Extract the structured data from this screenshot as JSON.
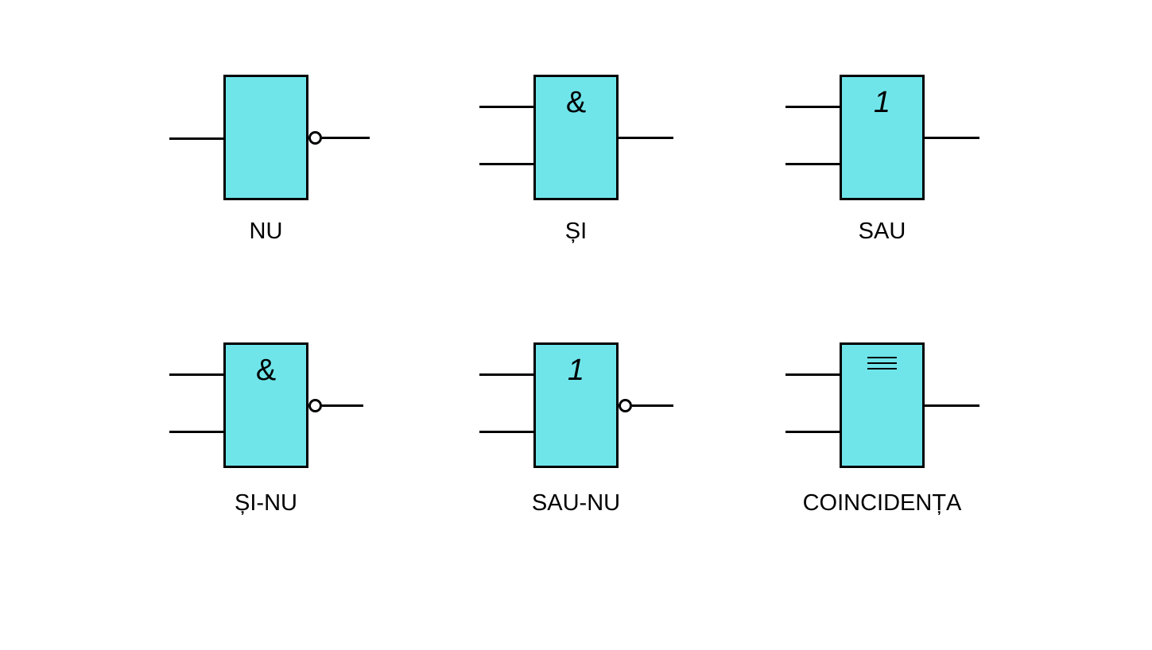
{
  "diagram": {
    "description_colors": {
      "gate_fill": "#6FE5EA",
      "stroke": "#000000",
      "background": "#FFFFFF"
    },
    "gates": [
      {
        "id": "nu",
        "label": "NU",
        "symbol": "",
        "inputs": 1,
        "outputs": 1,
        "inverted_output": true
      },
      {
        "id": "si",
        "label": "ȘI",
        "symbol": "&",
        "inputs": 2,
        "outputs": 1,
        "inverted_output": false
      },
      {
        "id": "sau",
        "label": "SAU",
        "symbol": "1",
        "inputs": 2,
        "outputs": 1,
        "inverted_output": false
      },
      {
        "id": "si-nu",
        "label": "ȘI-NU",
        "symbol": "&",
        "inputs": 2,
        "outputs": 1,
        "inverted_output": true
      },
      {
        "id": "sau-nu",
        "label": "SAU-NU",
        "symbol": "1",
        "inputs": 2,
        "outputs": 1,
        "inverted_output": true
      },
      {
        "id": "coincidenta",
        "label": "COINCIDENȚA",
        "symbol": "≡",
        "inputs": 2,
        "outputs": 1,
        "inverted_output": false
      }
    ]
  }
}
